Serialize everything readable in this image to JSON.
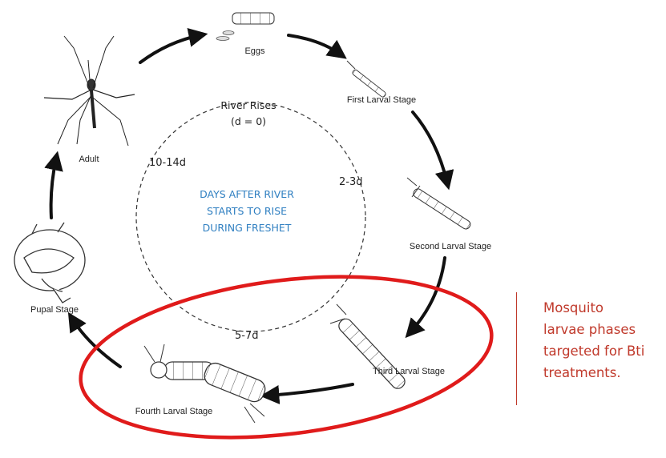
{
  "stages": {
    "eggs": "Eggs",
    "first_larval": "First Larval Stage",
    "second_larval": "Second Larval Stage",
    "third_larval": "Third Larval Stage",
    "fourth_larval": "Fourth Larval Stage",
    "pupal": "Pupal Stage",
    "adult": "Adult"
  },
  "river_rises": {
    "line1": "River Rises",
    "line2": "(d = 0)"
  },
  "days": {
    "d_2_3": "2-3d",
    "d_5_7": "5-7d",
    "d_10_14": "10-14d"
  },
  "center_note": {
    "line1": "DAYS AFTER RIVER",
    "line2": "STARTS TO RISE",
    "line3": "DURING FRESHET"
  },
  "side_note": {
    "line1": "Mosquito",
    "line2": "larvae phases",
    "line3": "targeted for Bti",
    "line4": "treatments."
  },
  "colors": {
    "highlight": "#e01b1b",
    "center_text": "#2f7fc1",
    "side_text": "#c0392b",
    "arrows": "#111111"
  }
}
